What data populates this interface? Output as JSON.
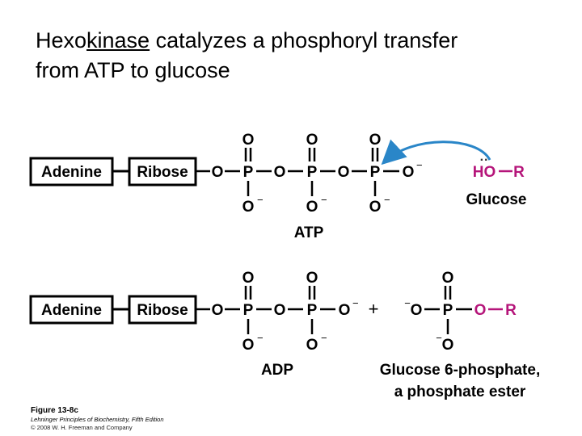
{
  "title": {
    "pre": "Hexo",
    "underlined": "kinase",
    "post": " catalyzes a phosphoryl transfer",
    "line2": "from ATP to glucose"
  },
  "reaction": {
    "adenine": "Adenine",
    "ribose": "Ribose",
    "O": "O",
    "P": "P",
    "minus": "−",
    "plus": "+",
    "R": "R",
    "HO": "HO",
    "lone_pair": "··",
    "glucose": "Glucose",
    "atp": "ATP",
    "adp": "ADP",
    "product_line1": "Glucose 6-phosphate,",
    "product_line2": "a phosphate ester"
  },
  "colors": {
    "magenta": "#b5157a",
    "arrow_blue": "#2a86c8"
  },
  "caption": {
    "figure": "Figure 13-8c",
    "book": "Lehninger Principles of Biochemistry, Fifth Edition",
    "copyright": "© 2008 W. H. Freeman and Company"
  }
}
